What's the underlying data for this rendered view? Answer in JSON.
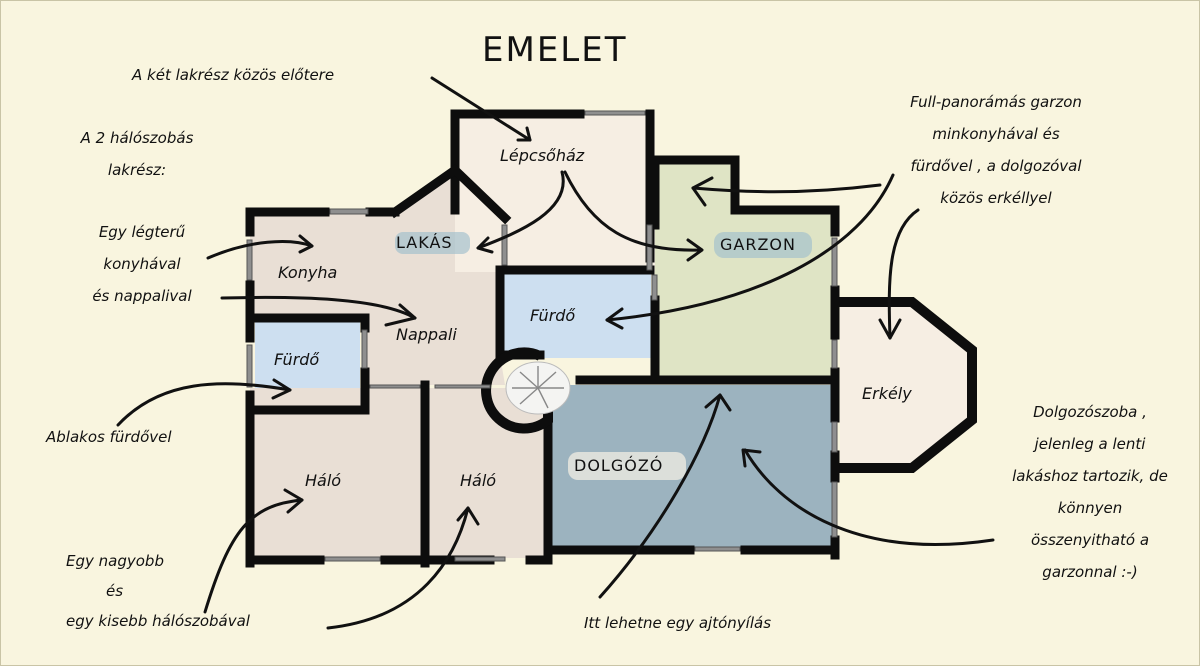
{
  "title": "EMELET",
  "colors": {
    "background": "#f9f5df",
    "lakas": "#e9dfd5",
    "lepcsohaz": "#f6eee3",
    "furdo": "#cddff0",
    "garzon": "#dfe4c5",
    "dolgozo": "#9cb3bf",
    "erkely": "#f6eee3",
    "wall": "#0d0d0d"
  },
  "rooms": {
    "lepcsohaz": "Lépcsőház",
    "lakas": "LAKÁS",
    "konyha": "Konyha",
    "nappali": "Nappali",
    "furdo_left": "Fürdő",
    "furdo_center": "Fürdő",
    "garzon": "GARZON",
    "halo_left": "Háló",
    "halo_right": "Háló",
    "dolgozo": "DOLGÓZÓ",
    "erkely": "Erkély"
  },
  "notes": {
    "eloter": "A két lakrész közös előtere",
    "ket_haloszobas": [
      "A 2 hálószobás",
      "lakrész:"
    ],
    "legteru": [
      "Egy légterű",
      "konyhával",
      "és nappalival"
    ],
    "ablakos": "Ablakos fürdővel",
    "nagyobb_kisebb": [
      "Egy nagyobb",
      "és",
      "egy kisebb hálószobával"
    ],
    "garzon_desc": [
      "Full-panorámás garzon",
      "minkonyhával és",
      "fürdővel , a dolgozóval",
      "közös  erkéllyel"
    ],
    "dolgozo_desc": [
      "Dolgozószoba ,",
      "jelenleg a lenti",
      "lakáshoz tartozik, de",
      "könnyen",
      "összenyitható a",
      "garzonnal :-)"
    ],
    "ajtonyilas": "Itt lehetne egy ajtónyílás"
  }
}
